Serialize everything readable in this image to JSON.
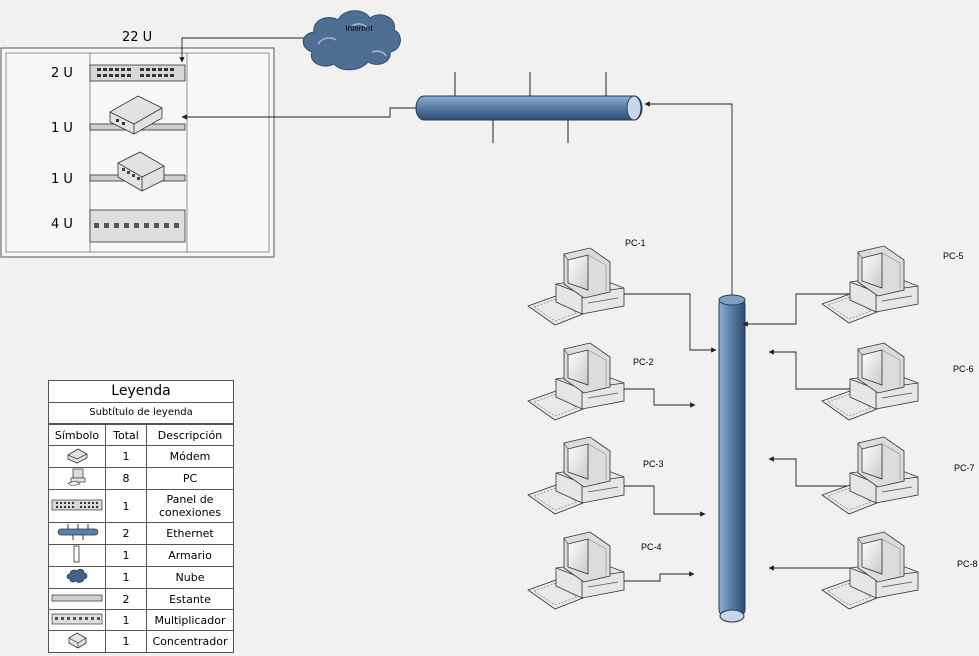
{
  "rack": {
    "total_units": "22 U",
    "slots": [
      {
        "units": "2 U",
        "device": "patch-panel"
      },
      {
        "units": "1 U",
        "device": "modem"
      },
      {
        "units": "1 U",
        "device": "switch"
      },
      {
        "units": "4 U",
        "device": "multiplexer"
      }
    ]
  },
  "cloud": {
    "label": "Internet"
  },
  "pcs": [
    {
      "label": "PC-1"
    },
    {
      "label": "PC-2"
    },
    {
      "label": "PC-3"
    },
    {
      "label": "PC-4"
    },
    {
      "label": "PC-5"
    },
    {
      "label": "PC-6"
    },
    {
      "label": "PC-7"
    },
    {
      "label": "PC-8"
    }
  ],
  "legend": {
    "title": "Leyenda",
    "subtitle": "Subtítulo de leyenda",
    "headers": [
      "Símbolo",
      "Total",
      "Descripción"
    ],
    "rows": [
      {
        "icon": "modem-icon",
        "total": "1",
        "description": "Módem"
      },
      {
        "icon": "pc-icon",
        "total": "8",
        "description": "PC"
      },
      {
        "icon": "patch-panel-icon",
        "total": "1",
        "description": "Panel de conexiones"
      },
      {
        "icon": "ethernet-icon",
        "total": "2",
        "description": "Ethernet"
      },
      {
        "icon": "cabinet-icon",
        "total": "1",
        "description": "Armario"
      },
      {
        "icon": "cloud-icon",
        "total": "1",
        "description": "Nube"
      },
      {
        "icon": "shelf-icon",
        "total": "2",
        "description": "Estante"
      },
      {
        "icon": "multiplexer-icon",
        "total": "1",
        "description": "Multiplicador"
      },
      {
        "icon": "hub-icon",
        "total": "1",
        "description": "Concentrador"
      }
    ]
  },
  "colors": {
    "cable": "#5b7fa6",
    "cable_dark": "#2d4d72",
    "cloud": "#4f6f92",
    "rack_frame": "#555555",
    "background": "#f2f1ef"
  }
}
